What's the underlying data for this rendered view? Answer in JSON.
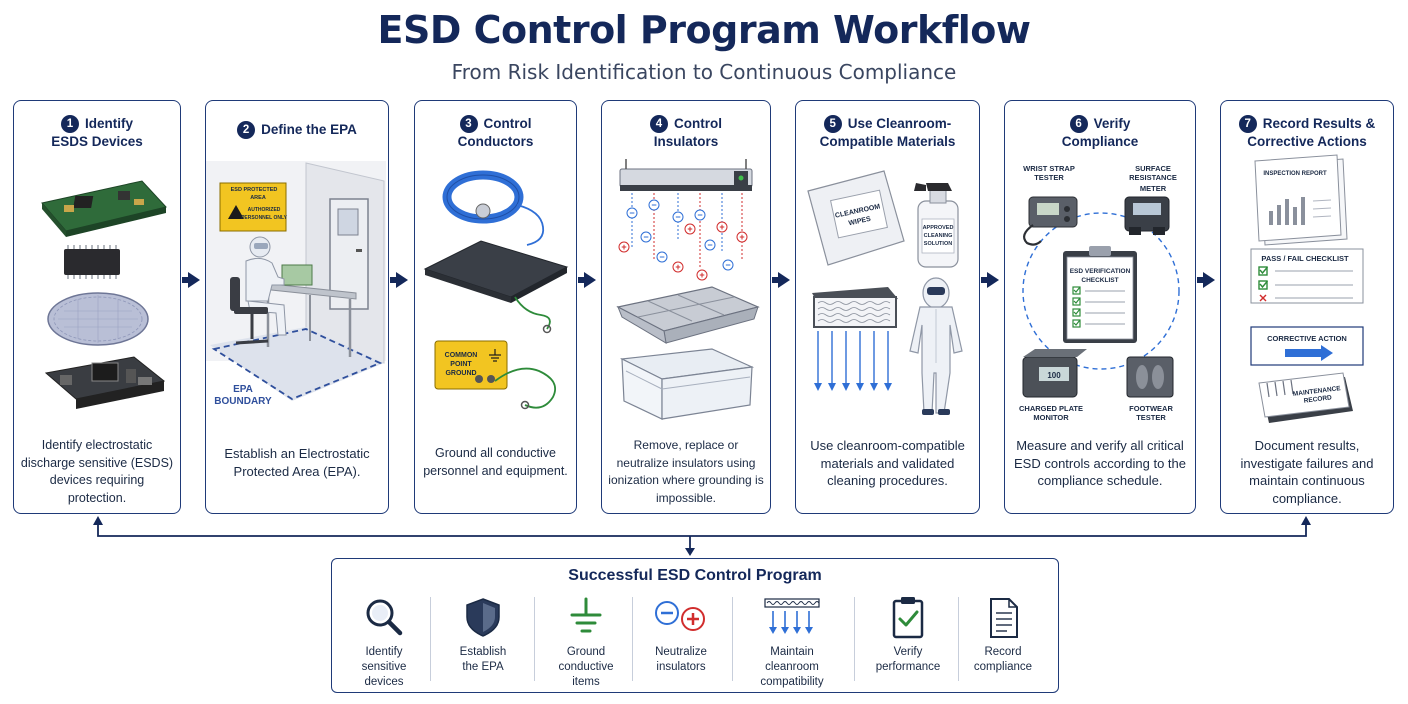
{
  "title": "ESD Control Program Workflow",
  "subtitle": "From Risk Identification to Continuous Compliance",
  "steps": [
    {
      "num": "1",
      "title_line1": "Identify",
      "title_line2": "ESDS Devices",
      "desc": "Identify electrostatic discharge sensitive (ESDS) devices requiring protection."
    },
    {
      "num": "2",
      "title_line1": "Define the EPA",
      "title_line2": "",
      "desc": "Establish an Electrostatic Protected Area (EPA).",
      "sign_line1": "ESD PROTECTED",
      "sign_line2": "AREA",
      "sign_line3": "AUTHORIZED",
      "sign_line4": "PERSONNEL ONLY",
      "boundary_line1": "EPA",
      "boundary_line2": "BOUNDARY"
    },
    {
      "num": "3",
      "title_line1": "Control",
      "title_line2": "Conductors",
      "desc": "Ground all conductive personnel and equipment.",
      "ground_line1": "COMMON",
      "ground_line2": "POINT",
      "ground_line3": "GROUND"
    },
    {
      "num": "4",
      "title_line1": "Control",
      "title_line2": "Insulators",
      "desc": "Remove, replace or neutralize insulators using ionization where grounding is impossible."
    },
    {
      "num": "5",
      "title_line1": "Use Cleanroom-",
      "title_line2": "Compatible Materials",
      "desc": "Use cleanroom-compatible materials and validated cleaning procedures.",
      "wipes_line1": "CLEANROOM",
      "wipes_line2": "WIPES",
      "bottle_line1": "APPROVED",
      "bottle_line2": "CLEANING",
      "bottle_line3": "SOLUTION"
    },
    {
      "num": "6",
      "title_line1": "Verify",
      "title_line2": "Compliance",
      "desc": "Measure and verify all critical ESD controls according to the compliance schedule.",
      "wrist_line1": "WRIST STRAP",
      "wrist_line2": "TESTER",
      "surface_line1": "SURFACE",
      "surface_line2": "RESISTANCE",
      "surface_line3": "METER",
      "checklist_line1": "ESD VERIFICATION",
      "checklist_line2": "CHECKLIST",
      "plate_line1": "CHARGED PLATE",
      "plate_line2": "MONITOR",
      "plate_reading": "100",
      "foot_line1": "FOOTWEAR",
      "foot_line2": "TESTER"
    },
    {
      "num": "7",
      "title_line1": "Record Results &",
      "title_line2": "Corrective Actions",
      "desc": "Document results, investigate failures and maintain continuous compliance.",
      "report_label": "INSPECTION REPORT",
      "checklist_label": "PASS / FAIL CHECKLIST",
      "corrective_label": "CORRECTIVE ACTION",
      "record_line1": "MAINTENANCE",
      "record_line2": "RECORD"
    }
  ],
  "summary": {
    "title": "Successful ESD Control Program",
    "items": [
      {
        "line1": "Identify",
        "line2": "sensitive",
        "line3": "devices",
        "icon": "magnifier-icon"
      },
      {
        "line1": "Establish",
        "line2": "the EPA",
        "line3": "",
        "icon": "shield-icon"
      },
      {
        "line1": "Ground",
        "line2": "conductive",
        "line3": "items",
        "icon": "ground-icon"
      },
      {
        "line1": "Neutralize",
        "line2": "insulators",
        "line3": "",
        "icon": "ions-icon"
      },
      {
        "line1": "Maintain",
        "line2": "cleanroom",
        "line3": "compatibility",
        "icon": "filter-icon"
      },
      {
        "line1": "Verify",
        "line2": "performance",
        "line3": "",
        "icon": "clipboard-check-icon"
      },
      {
        "line1": "Record",
        "line2": "compliance",
        "line3": "",
        "icon": "document-icon"
      }
    ]
  },
  "colors": {
    "navy": "#14285a",
    "border": "#1f3a78",
    "accent_blue": "#2f6fd6",
    "ground_green": "#2e8b3a",
    "positive_red": "#d12d2d",
    "sign_yellow": "#f2c521"
  }
}
